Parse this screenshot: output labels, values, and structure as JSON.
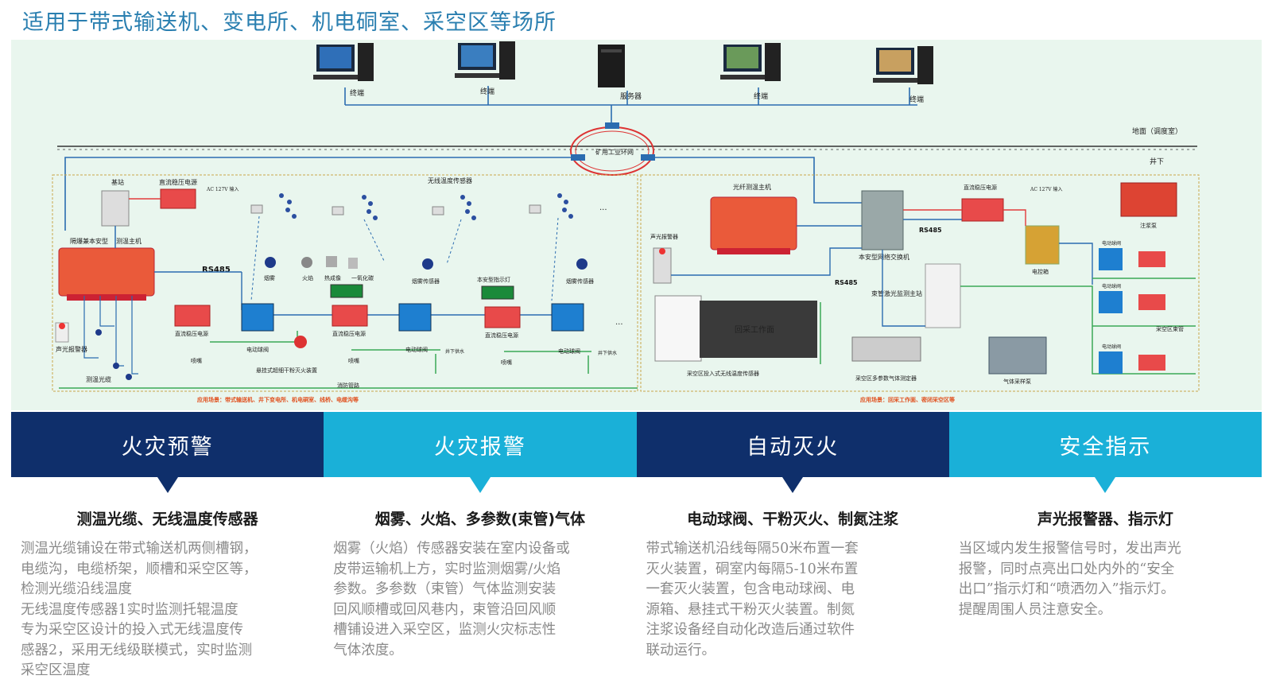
{
  "page": {
    "title": "适用于带式输送机、变电所、机电硐室、采空区等场所"
  },
  "diagram": {
    "top_devices": [
      "终端",
      "终端",
      "服务器",
      "终端",
      "终端"
    ],
    "network_ring": "矿用工业环网",
    "ground_label": "地面（调度室）",
    "underground_label": "井下",
    "left": {
      "base_station": "基站",
      "dc_power": "直流稳压电源",
      "ac_input": "AC\n127V\n输入",
      "explosion_host": "隔爆兼本安型",
      "temp_host": "测温主机",
      "wireless_sensor": "无线温度传感器",
      "rs485": "RS485",
      "smoke": "烟雾",
      "flame": "火焰",
      "heat_smoke": "热成像",
      "co": "一氧化碳",
      "smoke_sensor": "烟雾传感器",
      "exit_sign": "本安型指示灯",
      "alarm": "声光报警器",
      "temp_cable": "测温光缆",
      "ball_valve": "电动球阀",
      "nozzle": "喷嘴",
      "powder": "悬挂式超细干粉灭火装置",
      "fire_pipe": "消防管路",
      "water_in": "井下供水",
      "ellipsis": "...",
      "scene": "应用场景：带式输送机、井下变电所、机电硐室、线桥、电缆沟等"
    },
    "right": {
      "fiber_host": "光纤测温主机",
      "switch": "本安型网络交换机",
      "dc_power": "直流稳压电源",
      "ac_input": "AC\n127V\n输入",
      "rs485a": "RS485",
      "rs485b": "RS485",
      "alarm": "声光报警器",
      "grout_pump": "注浆泵",
      "control_box": "电控箱",
      "beam_tube": "束管激光监测主站",
      "mining_face": "回采工作面",
      "goaf_sensor": "采空区投入式无线温度传感器",
      "gas_sensor": "采空区多参数气体测定器",
      "gas_sampler": "气体采样泵",
      "ball_valve": "电动球阀",
      "goaf_beam": "采空区束管",
      "scene": "应用场景：回采工作面、密闭采空区等"
    }
  },
  "tabs": [
    {
      "label": "火灾预警",
      "style": "dark"
    },
    {
      "label": "火灾报警",
      "style": "light"
    },
    {
      "label": "自动灭火",
      "style": "dark"
    },
    {
      "label": "安全指示",
      "style": "light"
    }
  ],
  "columns": [
    {
      "heading": "测温光缆、无线温度传感器",
      "body": "测温光缆铺设在带式输送机两侧槽钢，\n电缆沟，电缆桥架，顺槽和采空区等，\n检测光缆沿线温度\n无线温度传感器1实时监测托辊温度\n专为采空区设计的投入式无线温度传\n感器2，采用无线级联模式，实时监测\n采空区温度"
    },
    {
      "heading": "烟雾、火焰、多参数(束管)气体",
      "body": "烟雾（火焰）传感器安装在室内设备或\n皮带运输机上方，实时监测烟雾/火焰\n参数。多参数（束管）气体监测安装\n回风顺槽或回风巷内，束管沿回风顺\n槽铺设进入采空区，监测火灾标志性\n气体浓度。"
    },
    {
      "heading": "电动球阀、干粉灭火、制氮注浆",
      "body": "带式输送机沿线每隔50米布置一套\n灭火装置，硐室内每隔5-10米布置\n一套灭火装置，包含电动球阀、电\n源箱、悬挂式干粉灭火装置。制氮\n注浆设备经自动化改造后通过软件\n联动运行。"
    },
    {
      "heading": "声光报警器、指示灯",
      "body": "当区域内发生报警信号时，发出声光\n报警，同时点亮出口处内外的“安全\n出口”指示灯和“喷洒勿入”指示灯。\n提醒周围人员注意安全。"
    }
  ],
  "colors": {
    "title": "#2a7fb0",
    "tab_dark": "#0f2f6b",
    "tab_light": "#1ab0d8",
    "panel_bg": "#e9f6ee",
    "network_line": "#2b6cb0",
    "power_red": "#e23b3b",
    "water_green": "#3aa856",
    "device_red": "#ea5a3a",
    "device_blue": "#1e7fd0"
  }
}
